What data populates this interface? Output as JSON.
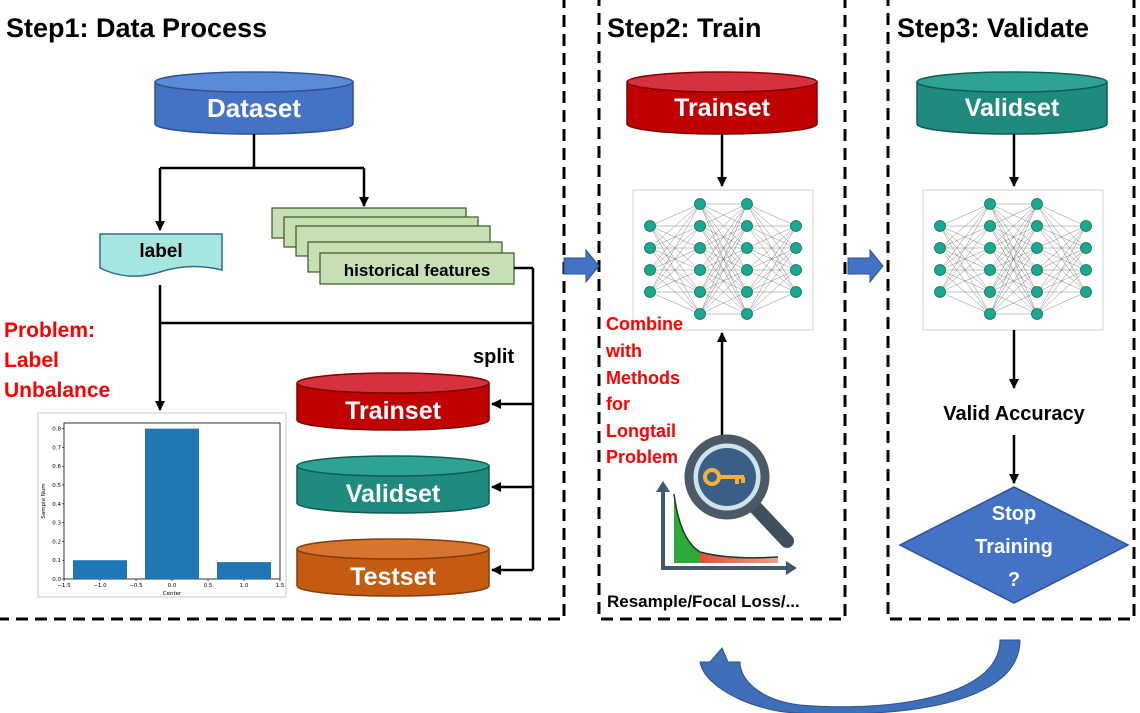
{
  "steps": {
    "step1": {
      "title": "Step1: Data Process"
    },
    "step2": {
      "title": "Step2: Train"
    },
    "step3": {
      "title": "Step3: Validate"
    }
  },
  "step1": {
    "dataset": "Dataset",
    "label": "label",
    "features": "historical features",
    "problem": [
      "Problem:",
      "Label",
      "Unbalance"
    ],
    "split": "split",
    "trainset": "Trainset",
    "validset": "Validset",
    "testset": "Testset"
  },
  "step2": {
    "trainset": "Trainset",
    "combine": [
      "Combine",
      "with",
      "Methods",
      "for",
      "Longtail",
      "Problem"
    ],
    "methods": "Resample/Focal Loss/..."
  },
  "step3": {
    "validset": "Validset",
    "accuracy": "Valid Accuracy",
    "stop": [
      "Stop",
      "Training",
      "?"
    ]
  },
  "colors": {
    "dataset": "#4472c4",
    "trainset": "#c00000",
    "validset": "#1f8a7e",
    "testset": "#c55a11",
    "label_fill": "#a6e6e1",
    "feature_fill": "#c6e0b4",
    "node": "#1aa88f",
    "problem_text": "#ff0000",
    "arrow_fill": "#4472c4",
    "hist_bar": "#1f77b4"
  },
  "icons": {
    "network": "neural-network-icon",
    "search": "magnifier-key-icon",
    "longtail": "longtail-distribution-icon",
    "cycle": "curved-return-arrow-icon"
  },
  "chart_data": {
    "type": "bar",
    "categories": [
      "-1",
      "0",
      "1"
    ],
    "x": [
      -1.0,
      0.0,
      1.0
    ],
    "values": [
      0.1,
      0.8,
      0.09
    ],
    "xlabel": "Center",
    "ylabel": "Sample Num",
    "xticks": [
      "-1.5",
      "-1.0",
      "-0.5",
      "0.0",
      "0.5",
      "1.0",
      "1.5"
    ],
    "yticks": [
      "0.0",
      "0.1",
      "0.2",
      "0.3",
      "0.4",
      "0.5",
      "0.6",
      "0.7",
      "0.8"
    ],
    "xlim": [
      -1.5,
      1.5
    ],
    "ylim": [
      0,
      0.83
    ]
  }
}
